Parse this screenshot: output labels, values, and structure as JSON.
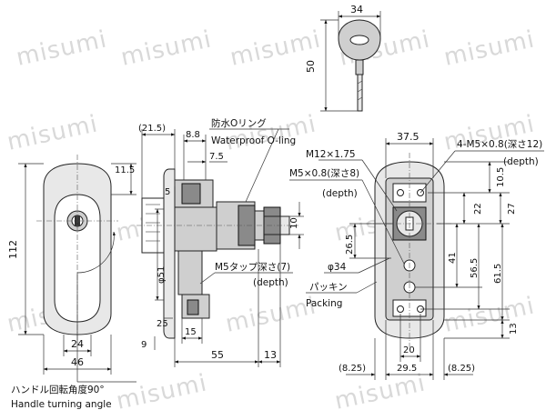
{
  "watermark": "misumi",
  "key_view": {
    "width": "34",
    "height": "50"
  },
  "front_view": {
    "height": "112",
    "offset": "11.5",
    "bottom_width": "24",
    "total_width": "46",
    "angle_jp": "ハンドル回転角度90°",
    "angle_en": "Handle turning angle"
  },
  "side_view": {
    "d_21_5": "(21.5)",
    "d_8_8": "8.8",
    "d_7_5": "7.5",
    "d_5": "5",
    "d_10": "10",
    "d_phi51": "φ51",
    "d_25": "25",
    "d_9": "9",
    "d_15": "15",
    "d_55": "55",
    "d_13": "13",
    "oring_jp": "防水Oリング",
    "oring_en": "Waterproof O-ling",
    "tap_jp": "M5タップ深さ(7)",
    "tap_en": "(depth)"
  },
  "rear_view": {
    "d_37_5": "37.5",
    "m12": "M12×1.75",
    "m5_jp": "M5×0.8(深さ8)",
    "m5_en": "(depth)",
    "m5x4_jp": "4-M5×0.8(深さ12)",
    "m5x4_en": "(depth)",
    "d_10_5": "10.5",
    "d_22": "22",
    "d_27": "27",
    "d_26_5": "26.5",
    "d_41": "41",
    "d_56_5": "56.5",
    "d_61_5": "61.5",
    "d_phi34": "φ34",
    "packing_jp": "パッキン",
    "packing_en": "Packing",
    "d_13": "13",
    "d_20": "20",
    "d_8_25_l": "(8.25)",
    "d_29_5": "29.5",
    "d_8_25_r": "(8.25)"
  }
}
